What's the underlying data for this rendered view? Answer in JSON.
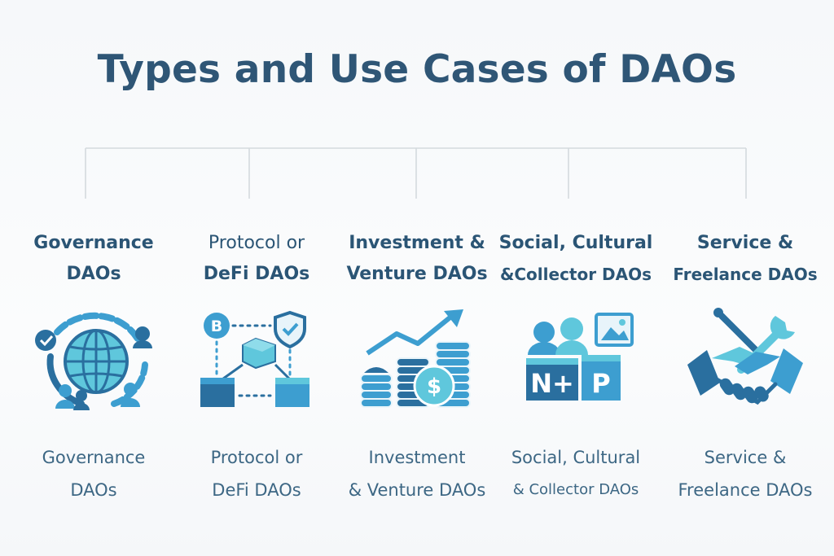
{
  "title": "Types and Use Cases of DAOs",
  "colors": {
    "title": "#2f5676",
    "heading": "#2b5575",
    "caption": "#3d6784",
    "connector": "#d4dade",
    "icon_dark": "#2a6f9f",
    "icon_mid": "#3d9ed0",
    "icon_light": "#5fc7dc"
  },
  "categories": [
    {
      "heading_line1": "Governance",
      "heading_line2": "DAOs",
      "icon": "globe-network-icon",
      "caption_line1": "Governance",
      "caption_line2": "DAOs"
    },
    {
      "heading_line1": "Protocol or",
      "heading_line2": "DeFi DAOs",
      "icon": "blockchain-cubes-icon",
      "caption_line1": "Protocol or",
      "caption_line2": "DeFi DAOs"
    },
    {
      "heading_line1": "Investment &",
      "heading_line2": "Venture DAOs",
      "icon": "coin-stacks-growth-icon",
      "caption_line1": "Investment",
      "caption_line2": "& Venture DAOs"
    },
    {
      "heading_line1": "Social, Cultural",
      "heading_line2": "&Collector DAOs",
      "icon": "community-nft-icon",
      "caption_line1": "Social, Cultural",
      "caption_line2": "& Collector DAOs"
    },
    {
      "heading_line1": "Service &",
      "heading_line2": "Freelance DAOs",
      "icon": "handshake-tools-icon",
      "caption_line1": "Service &",
      "caption_line2": "Freelance DAOs"
    }
  ]
}
